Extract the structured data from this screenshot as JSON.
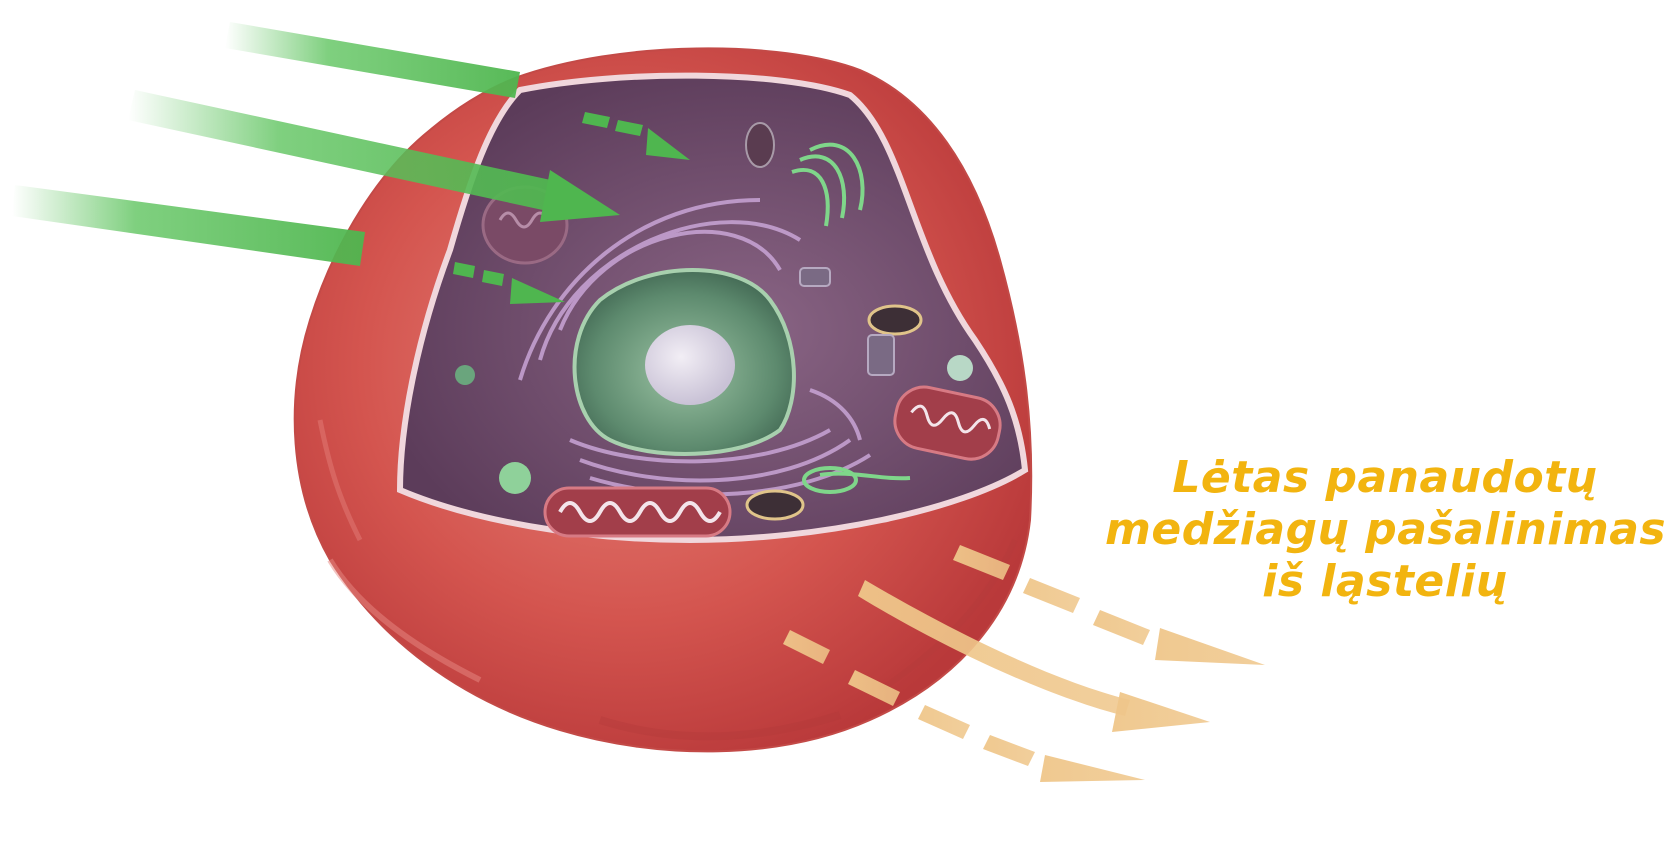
{
  "caption": {
    "line1": "Lėtas panaudotų",
    "line2": "medžiagų pašalinimas",
    "line3": "iš ląstelių"
  },
  "colors": {
    "inflow_arrow": "#5fc45f",
    "outflow_arrow": "#efc68a",
    "caption_text": "#f2b40f",
    "membrane": "#d4554f",
    "cytoplasm": "#6f4a6b",
    "nucleus": "#5d8a6e"
  },
  "icons": {
    "cell": "cell-cutaway-icon"
  }
}
